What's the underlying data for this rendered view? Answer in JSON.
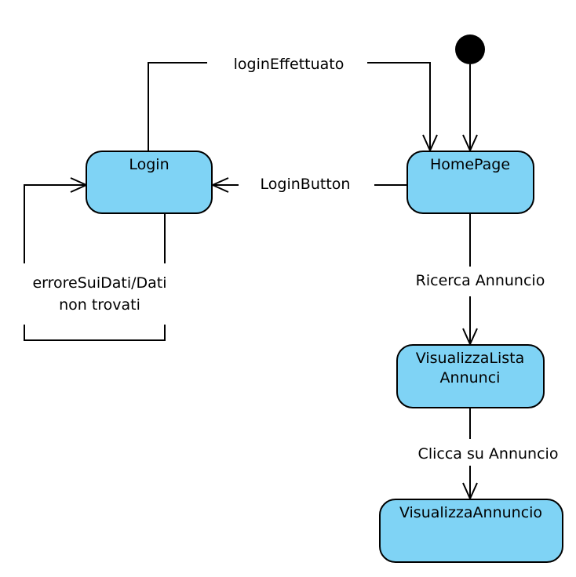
{
  "diagram": {
    "states": {
      "login": "Login",
      "homepage": "HomePage",
      "visualizza_lista_line1": "VisualizzaLista",
      "visualizza_lista_line2": "Annunci",
      "visualizza_annuncio": "VisualizzaAnnuncio"
    },
    "transitions": {
      "login_effettuato": "loginEffettuato",
      "login_button": "LoginButton",
      "errore_line1": "erroreSuiDati/Dati",
      "errore_line2": "non trovati",
      "ricerca_annuncio": "Ricerca Annuncio",
      "clicca_annuncio": "Clicca su Annuncio"
    },
    "colors": {
      "state_fill": "#7fd3f5",
      "stroke": "#000000",
      "initial_node": "#000000"
    }
  }
}
